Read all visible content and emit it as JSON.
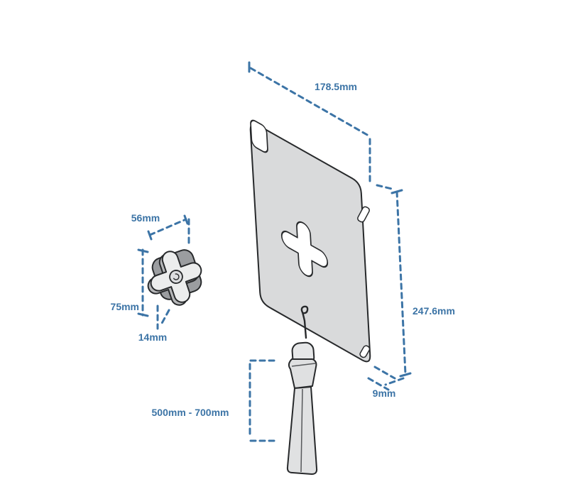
{
  "diagram": {
    "kind": "product-dimension-diagram",
    "accent_color": "#3c74a6",
    "outline_color": "#27292b",
    "case_fill_color": "#d9dadb",
    "mount_plate_color": "#9b9da0",
    "labels": {
      "case_width": "178.5mm",
      "case_height": "247.6mm",
      "case_depth": "9mm",
      "mount_width": "56mm",
      "mount_height": "75mm",
      "mount_depth": "14mm",
      "strap_length": "500mm - 700mm"
    }
  }
}
